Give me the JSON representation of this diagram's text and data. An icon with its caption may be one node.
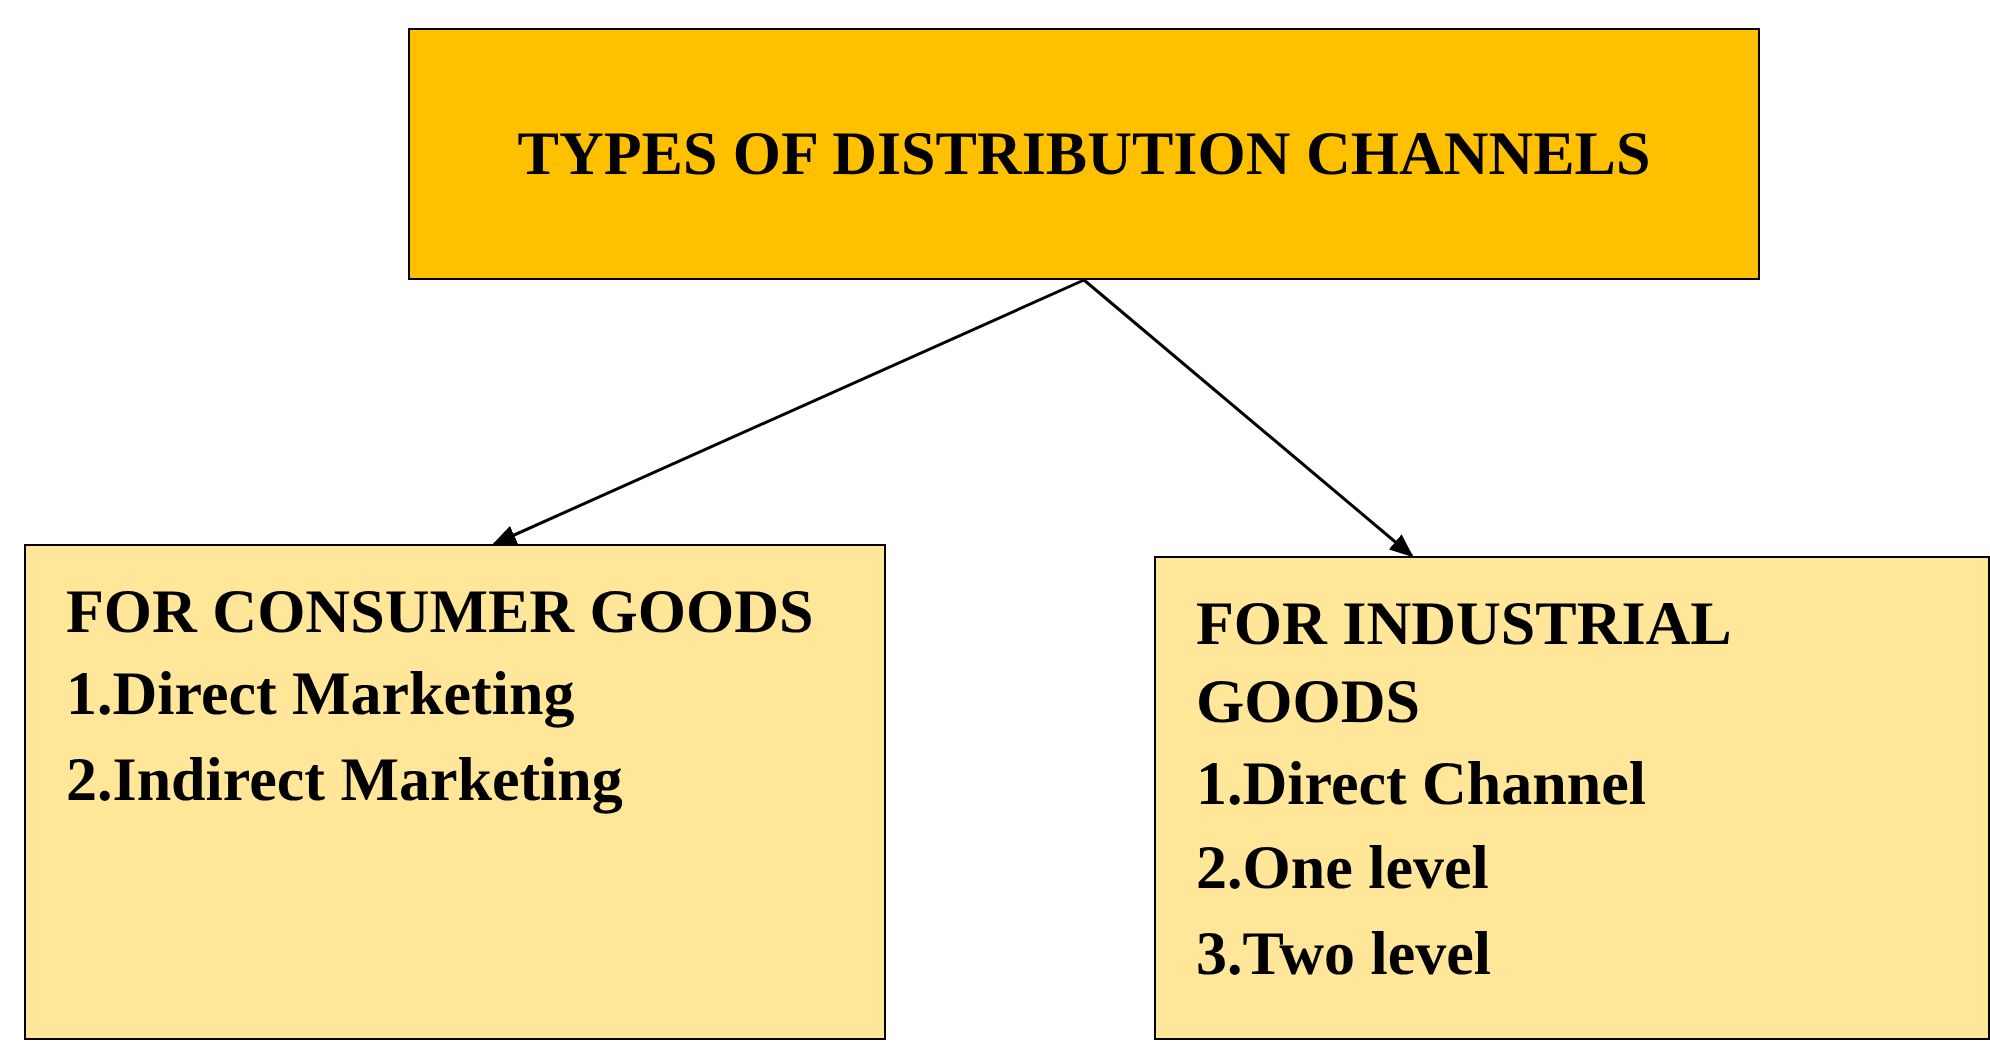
{
  "diagram": {
    "nodes": [
      {
        "text": [
          "TYPES OF DISTRIBUTION CHANNELS"
        ]
      },
      {
        "text": [
          "FOR CONSUMER GOODS",
          "1.Direct Marketing",
          "2.Indirect Marketing"
        ]
      },
      {
        "text": [
          "FOR INDUSTRIAL GOODS",
          "1.Direct Channel",
          "2.One level",
          "3.Two level"
        ]
      }
    ],
    "edges": [
      {
        "from": 0,
        "to": 1,
        "arrow": "to"
      },
      {
        "from": 0,
        "to": 2,
        "arrow": "to"
      }
    ]
  }
}
